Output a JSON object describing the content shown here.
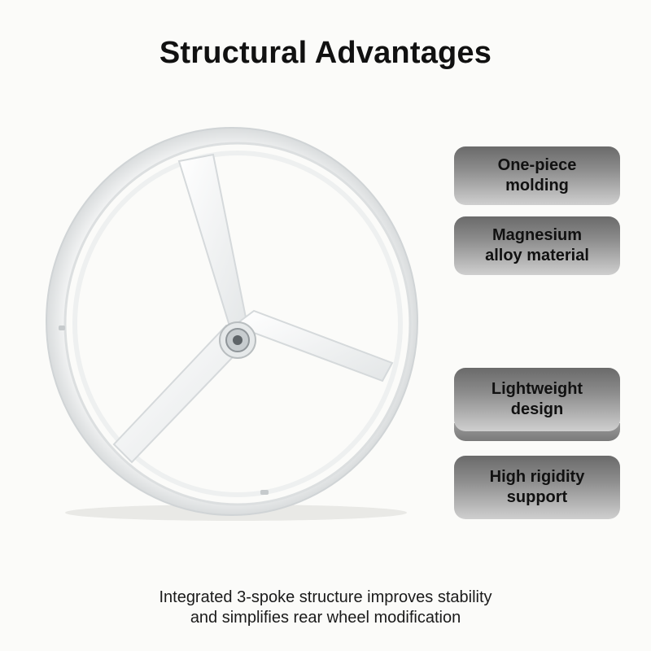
{
  "title": "Structural Advantages",
  "features": [
    "One-piece\nmolding",
    "Magnesium\nalloy material",
    "Lightweight\ndesign",
    "High rigidity\nsupport"
  ],
  "caption": "Integrated 3-spoke structure improves stability\nand simplifies rear wheel modification"
}
